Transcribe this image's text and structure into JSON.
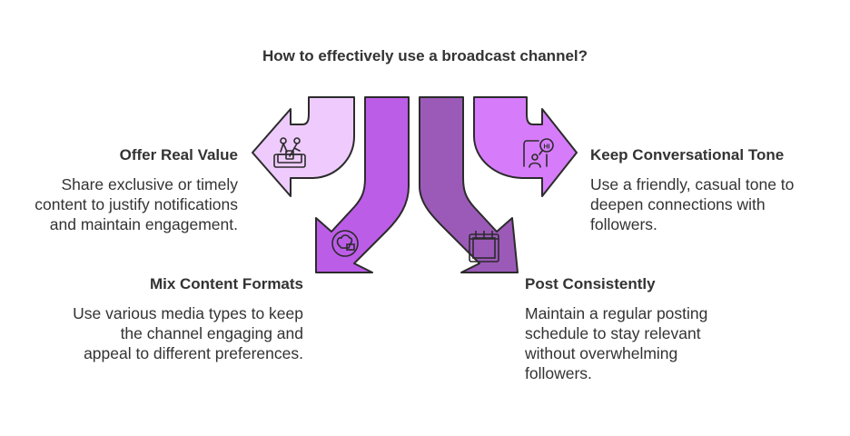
{
  "title": "How to effectively use a broadcast channel?",
  "colors": {
    "arrow_offer_value": "#EECBFC",
    "arrow_mix_formats": "#BC5DE8",
    "arrow_post_consistently": "#9C5AB8",
    "arrow_conversational_tone": "#D67CFB",
    "outline": "#2b2b2b",
    "text": "#333333"
  },
  "items": [
    {
      "heading": "Offer Real Value",
      "description": "Share exclusive or timely content to justify notifications and maintain engagement.",
      "icon": "toolbox-icon"
    },
    {
      "heading": "Mix Content Formats",
      "description": "Use various media types to keep the channel engaging and appeal to different preferences.",
      "icon": "shapes-icon"
    },
    {
      "heading": "Post Consistently",
      "description": "Maintain a regular posting schedule to stay relevant without overwhelming followers.",
      "icon": "calendar-icon"
    },
    {
      "heading": "Keep Conversational Tone",
      "description": "Use a friendly, casual tone to deepen connections with followers.",
      "icon": "chat-hi-icon"
    }
  ]
}
